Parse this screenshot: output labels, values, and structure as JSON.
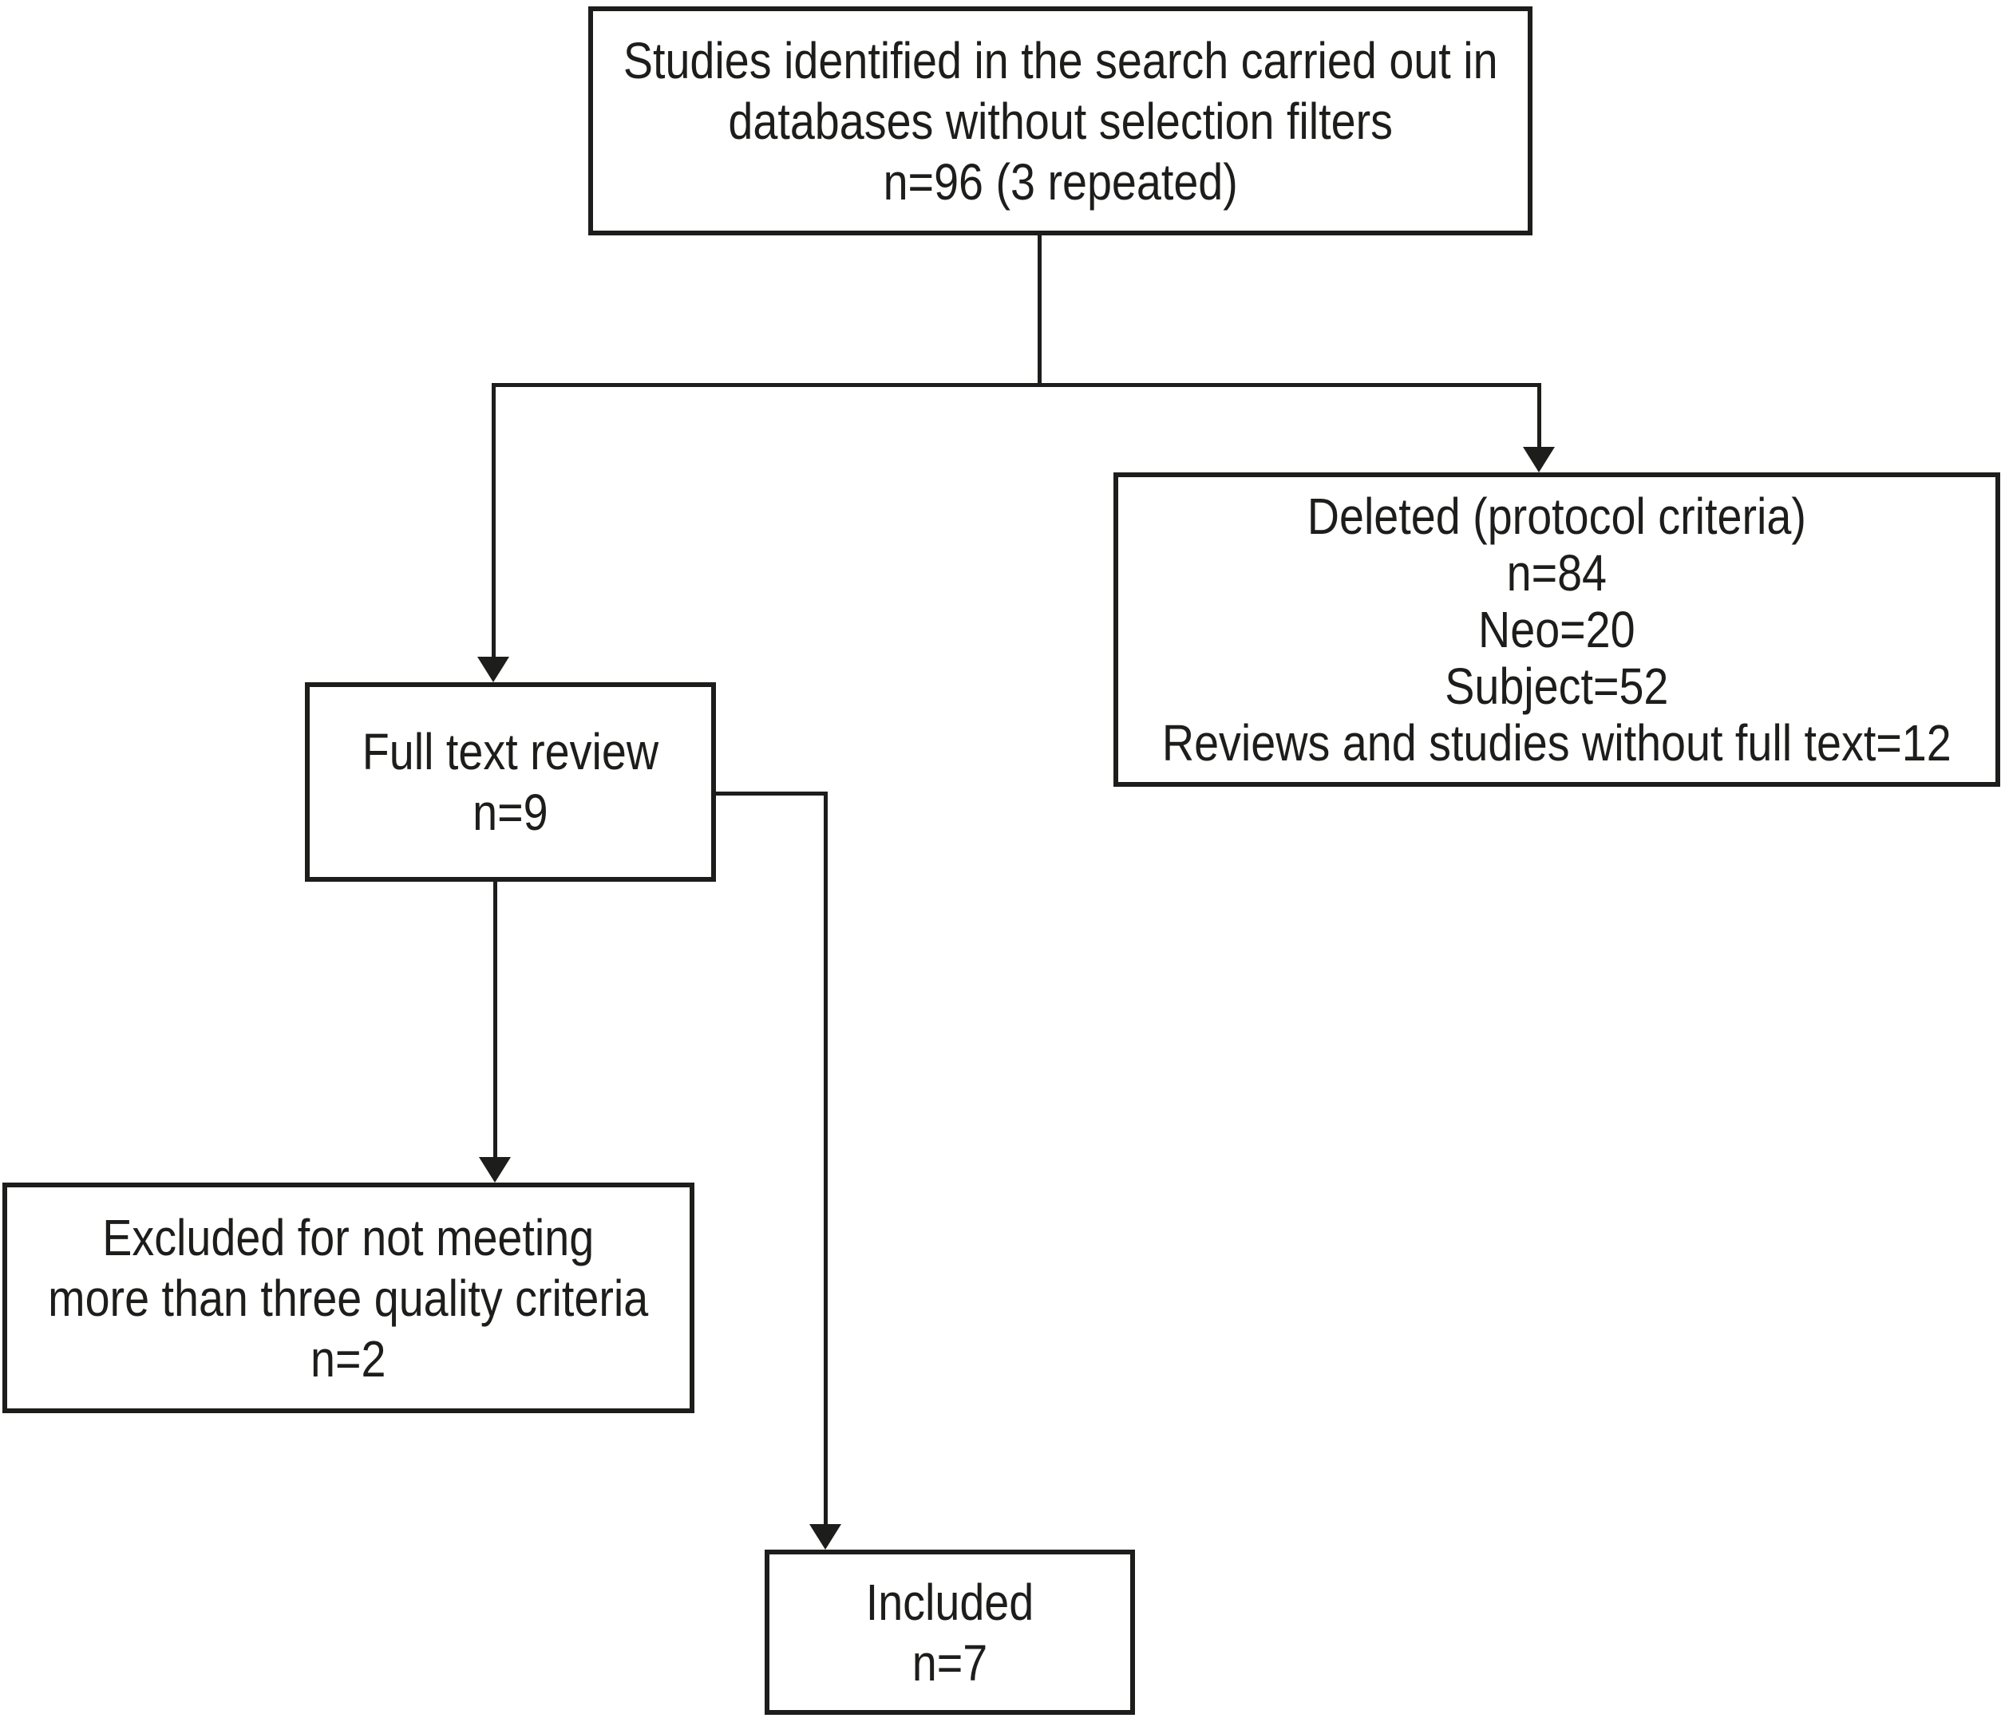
{
  "colors": {
    "ink": "#1d1d1b",
    "background": "#ffffff"
  },
  "boxes": {
    "identified": {
      "lines": [
        "Studies identified in the search carried out in",
        "databases without selection filters",
        "n=96 (3 repeated)"
      ]
    },
    "deleted": {
      "lines": [
        "Deleted (protocol criteria)",
        "n=84",
        "Neo=20",
        "Subject=52",
        "Reviews and studies without full text=12"
      ]
    },
    "full_text_review": {
      "lines": [
        "Full text review",
        "n=9"
      ]
    },
    "excluded": {
      "lines": [
        "Excluded for not meeting",
        "more than three quality criteria",
        "n=2"
      ]
    },
    "included": {
      "lines": [
        "Included",
        "n=7"
      ]
    }
  }
}
